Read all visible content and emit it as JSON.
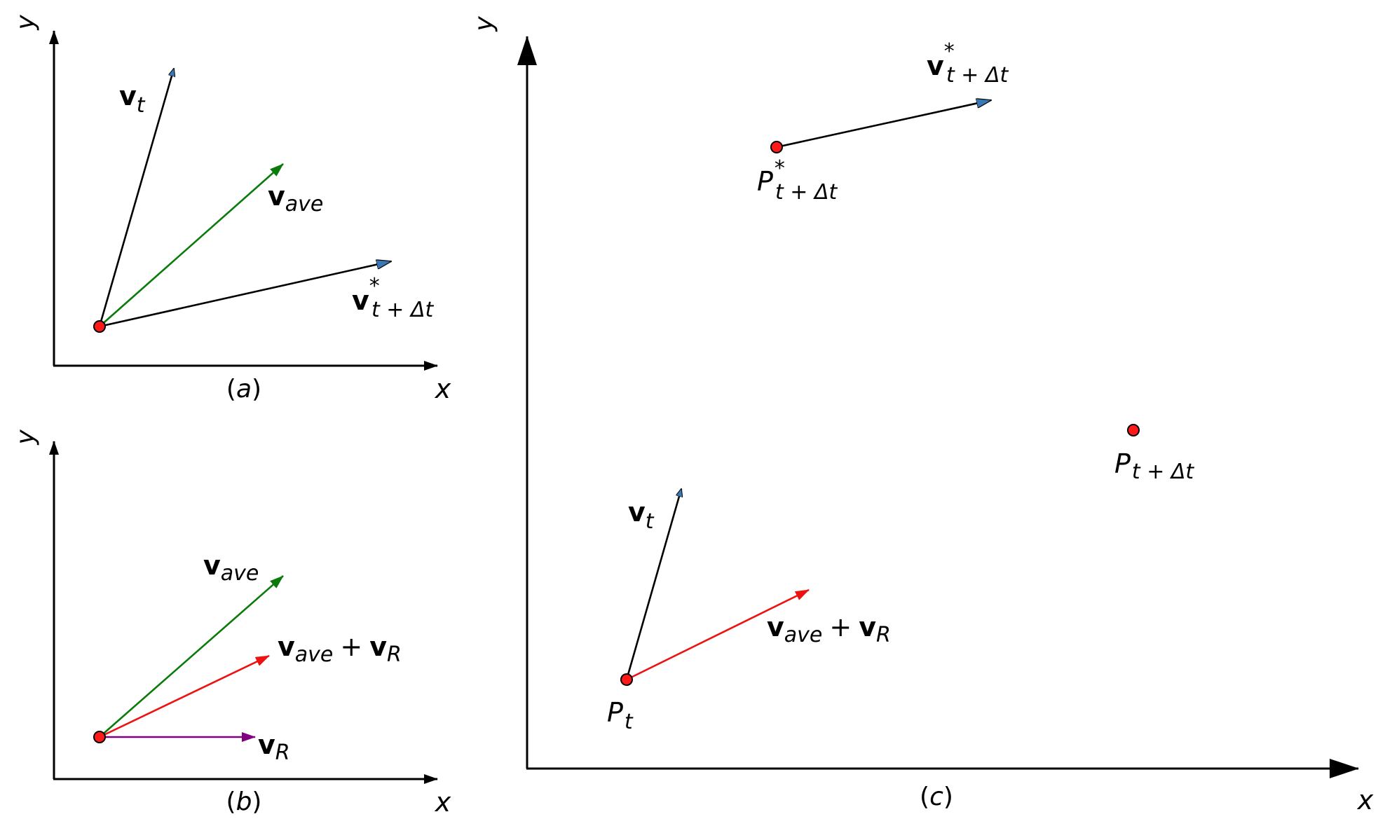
{
  "colors": {
    "black": "#000000",
    "green": "#0a7a0a",
    "red": "#ee1111",
    "purple": "#800080",
    "blue_head": "#3a78b5",
    "point_fill": "#ff1a1a"
  },
  "panel_a": {
    "caption": "(a)",
    "x_axis": "x",
    "y_axis": "y",
    "v_t": {
      "bold": "v",
      "sub": "t"
    },
    "v_ave": {
      "bold": "v",
      "sub": "ave"
    },
    "v_star": {
      "bold": "v",
      "sup": "*",
      "sub": "t + Δt"
    }
  },
  "panel_b": {
    "caption": "(b)",
    "x_axis": "x",
    "y_axis": "y",
    "v_ave": {
      "bold": "v",
      "sub": "ave"
    },
    "v_sum": {
      "bold": "v",
      "sub": "ave",
      "plus": "+",
      "bold2": "v",
      "sub2": "R"
    },
    "v_r": {
      "bold": "v",
      "sub": "R"
    }
  },
  "panel_c": {
    "caption": "(c)",
    "x_axis": "x",
    "y_axis": "y",
    "v_star": {
      "bold": "v",
      "sup": "*",
      "sub": "t + Δt"
    },
    "p_star": {
      "main": "P",
      "sup": "*",
      "sub": "t + Δt"
    },
    "p_next": {
      "main": "P",
      "sub": "t + Δt"
    },
    "v_t": {
      "bold": "v",
      "sub": "t"
    },
    "v_sum": {
      "bold": "v",
      "sub": "ave",
      "plus": "+",
      "bold2": "v",
      "sub2": "R"
    },
    "p_t": {
      "main": "P",
      "sub": "t"
    }
  }
}
